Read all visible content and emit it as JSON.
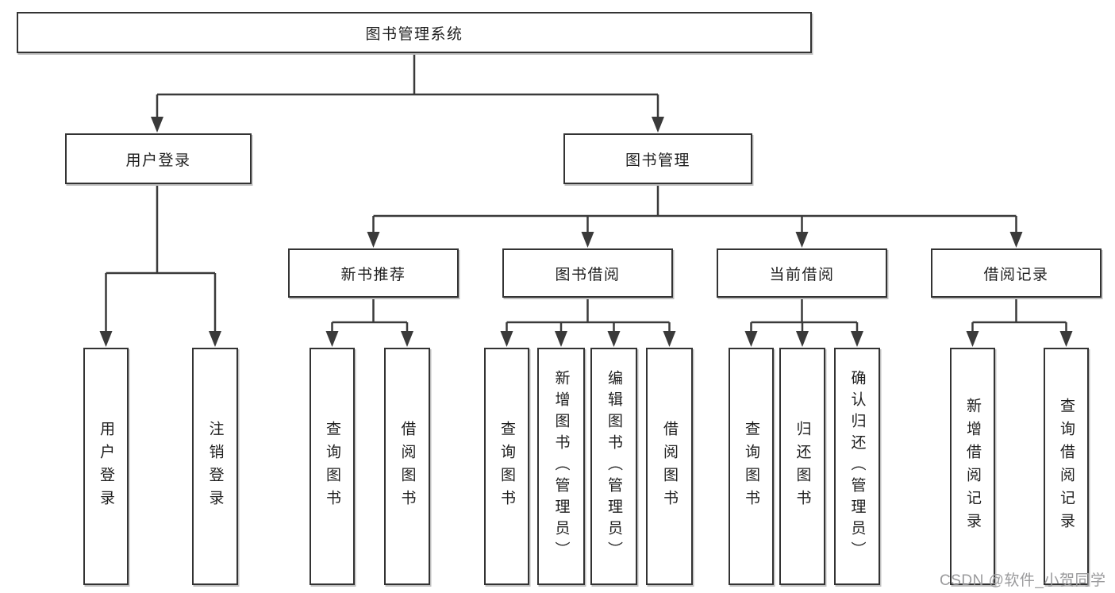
{
  "diagram": {
    "root": {
      "label": "图书管理系统",
      "children": {
        "user_login": {
          "label": "用户登录",
          "children": {
            "login": {
              "label": "用户登录"
            },
            "logout": {
              "label": "注销登录"
            }
          }
        },
        "book_mgmt": {
          "label": "图书管理",
          "children": {
            "new_books": {
              "label": "新书推荐",
              "children": {
                "query": {
                  "label": "查询图书"
                },
                "borrow": {
                  "label": "借阅图书"
                }
              }
            },
            "book_borrow": {
              "label": "图书借阅",
              "children": {
                "query": {
                  "label": "查询图书"
                },
                "add": {
                  "label": "新增图书（管理员）"
                },
                "edit": {
                  "label": "编辑图书（管理员）"
                },
                "borrow": {
                  "label": "借阅图书"
                }
              }
            },
            "current_borrow": {
              "label": "当前借阅",
              "children": {
                "query": {
                  "label": "查询图书"
                },
                "return": {
                  "label": "归还图书"
                },
                "confirm": {
                  "label": "确认归还（管理员）"
                }
              }
            },
            "borrow_records": {
              "label": "借阅记录",
              "children": {
                "add": {
                  "label": "新增借阅记录"
                },
                "query": {
                  "label": "查询借阅记录"
                }
              }
            }
          }
        }
      }
    }
  },
  "watermark": {
    "text": "CSDN @软件_小贺同学"
  },
  "colors": {
    "line": "#3a3a3a",
    "node_border": "#333333",
    "node_text": "#1f1f1f",
    "background": "#ffffff",
    "watermark_text": "#9a9a9c"
  }
}
